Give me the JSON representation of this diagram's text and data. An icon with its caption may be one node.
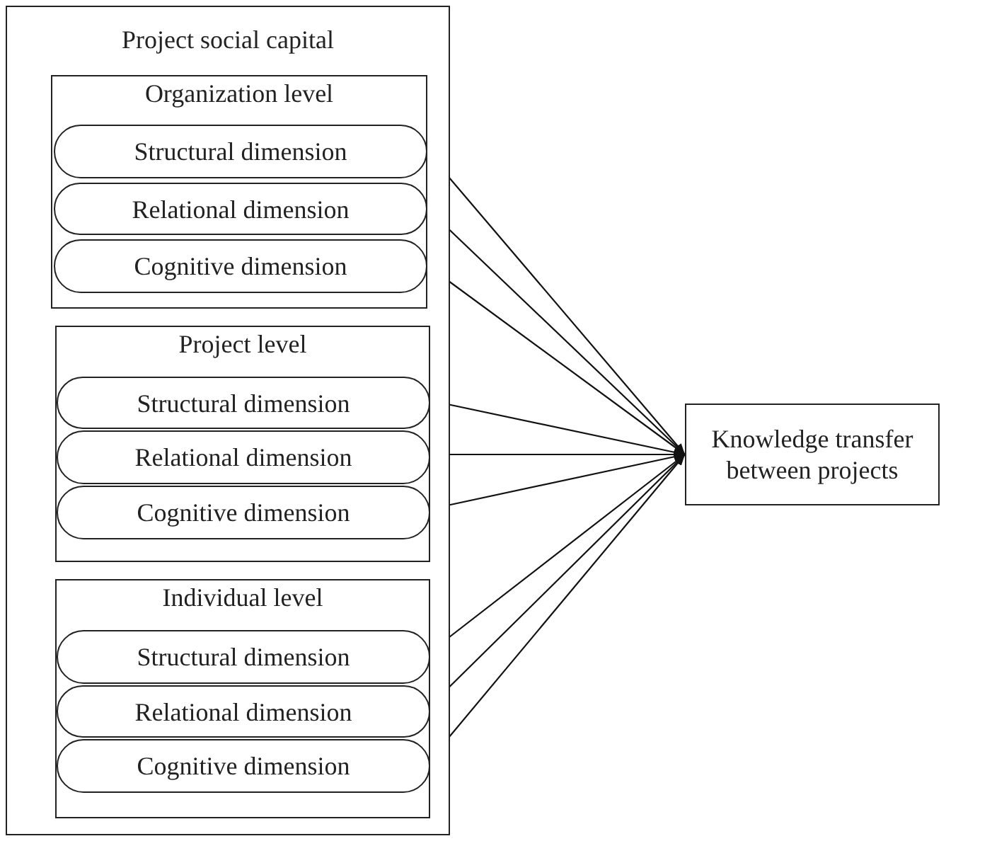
{
  "diagram": {
    "nodes": [
      {
        "text": [
          "Project social capital"
        ]
      },
      {
        "text": [
          "Organization level"
        ],
        "in": 0
      },
      {
        "text": [
          "Structural dimension"
        ],
        "in": 1
      },
      {
        "text": [
          "Relational dimension"
        ],
        "in": 1
      },
      {
        "text": [
          "Cognitive dimension"
        ],
        "in": 1
      },
      {
        "text": [
          "Project level"
        ],
        "in": 0
      },
      {
        "text": [
          "Structural dimension"
        ],
        "in": 5
      },
      {
        "text": [
          "Relational dimension"
        ],
        "in": 5
      },
      {
        "text": [
          "Cognitive dimension"
        ],
        "in": 5
      },
      {
        "text": [
          "Individual level"
        ],
        "in": 0
      },
      {
        "text": [
          "Structural dimension"
        ],
        "in": 9
      },
      {
        "text": [
          "Relational dimension"
        ],
        "in": 9
      },
      {
        "text": [
          "Cognitive dimension"
        ],
        "in": 9
      },
      {
        "text": [
          "Knowledge transfer between projects"
        ]
      }
    ],
    "edges": [
      {
        "from": 2,
        "to": 13,
        "arrow": "to"
      },
      {
        "from": 3,
        "to": 13,
        "arrow": "to"
      },
      {
        "from": 4,
        "to": 13,
        "arrow": "to"
      },
      {
        "from": 6,
        "to": 13,
        "arrow": "to"
      },
      {
        "from": 7,
        "to": 13,
        "arrow": "to"
      },
      {
        "from": 8,
        "to": 13,
        "arrow": "to"
      },
      {
        "from": 10,
        "to": 13,
        "arrow": "to"
      },
      {
        "from": 11,
        "to": 13,
        "arrow": "to"
      },
      {
        "from": 12,
        "to": 13,
        "arrow": "to"
      }
    ]
  }
}
